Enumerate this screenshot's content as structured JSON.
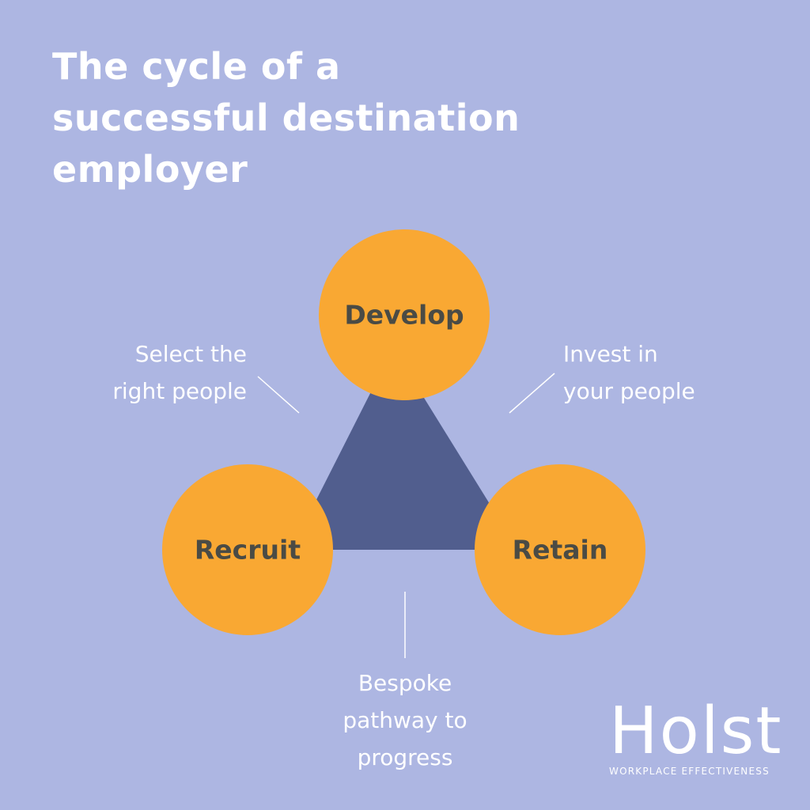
{
  "title": {
    "lines": [
      "The cycle of a",
      "successful destination",
      "employer"
    ]
  },
  "nodes": {
    "develop": "Develop",
    "recruit": "Recruit",
    "retain": "Retain"
  },
  "notes": {
    "left": [
      "Select the",
      "right people"
    ],
    "right": [
      "Invest in",
      "your people"
    ],
    "bottom": [
      "Bespoke",
      "pathway to",
      "progress"
    ]
  },
  "logo": {
    "word": "Holst",
    "tagline": "WORKPLACE EFFECTIVENESS"
  },
  "colors": {
    "background": "#adb6e2",
    "circle": "#f9a833",
    "triangle": "#515e8e",
    "node_text": "#4a4b45",
    "text": "#ffffff"
  }
}
